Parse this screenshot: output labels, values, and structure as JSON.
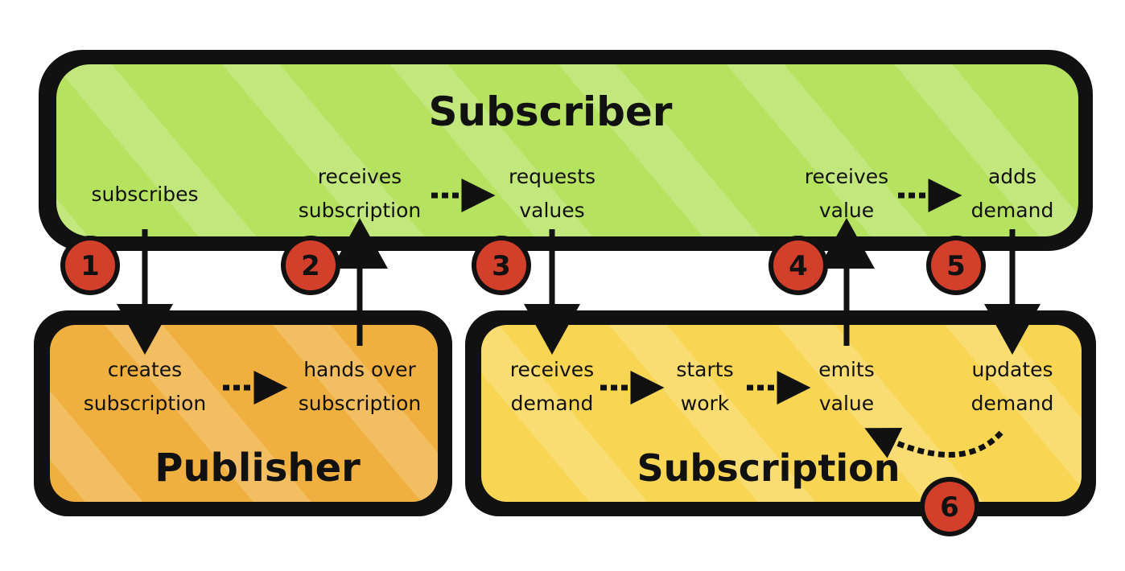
{
  "boxes": {
    "subscriber": {
      "title": "Subscriber",
      "color": "#b5e25f"
    },
    "publisher": {
      "title": "Publisher",
      "color": "#f0b040"
    },
    "subscription": {
      "title": "Subscription",
      "color": "#f8d653"
    }
  },
  "labels": {
    "subscribes": "subscribes",
    "receives_subscription": [
      "receives",
      "subscription"
    ],
    "requests_values": [
      "requests",
      "values"
    ],
    "receives_value": [
      "receives",
      "value"
    ],
    "adds_demand": [
      "adds",
      "demand"
    ],
    "creates_subscription": [
      "creates",
      "subscription"
    ],
    "hands_over_subscription": [
      "hands over",
      "subscription"
    ],
    "receives_demand": [
      "receives",
      "demand"
    ],
    "starts_work": [
      "starts",
      "work"
    ],
    "emits_value": [
      "emits",
      "value"
    ],
    "updates_demand": [
      "updates",
      "demand"
    ]
  },
  "steps": [
    "1",
    "2",
    "3",
    "4",
    "5",
    "6"
  ],
  "colors": {
    "step_badge": "#d2402c",
    "outline": "#111111"
  }
}
